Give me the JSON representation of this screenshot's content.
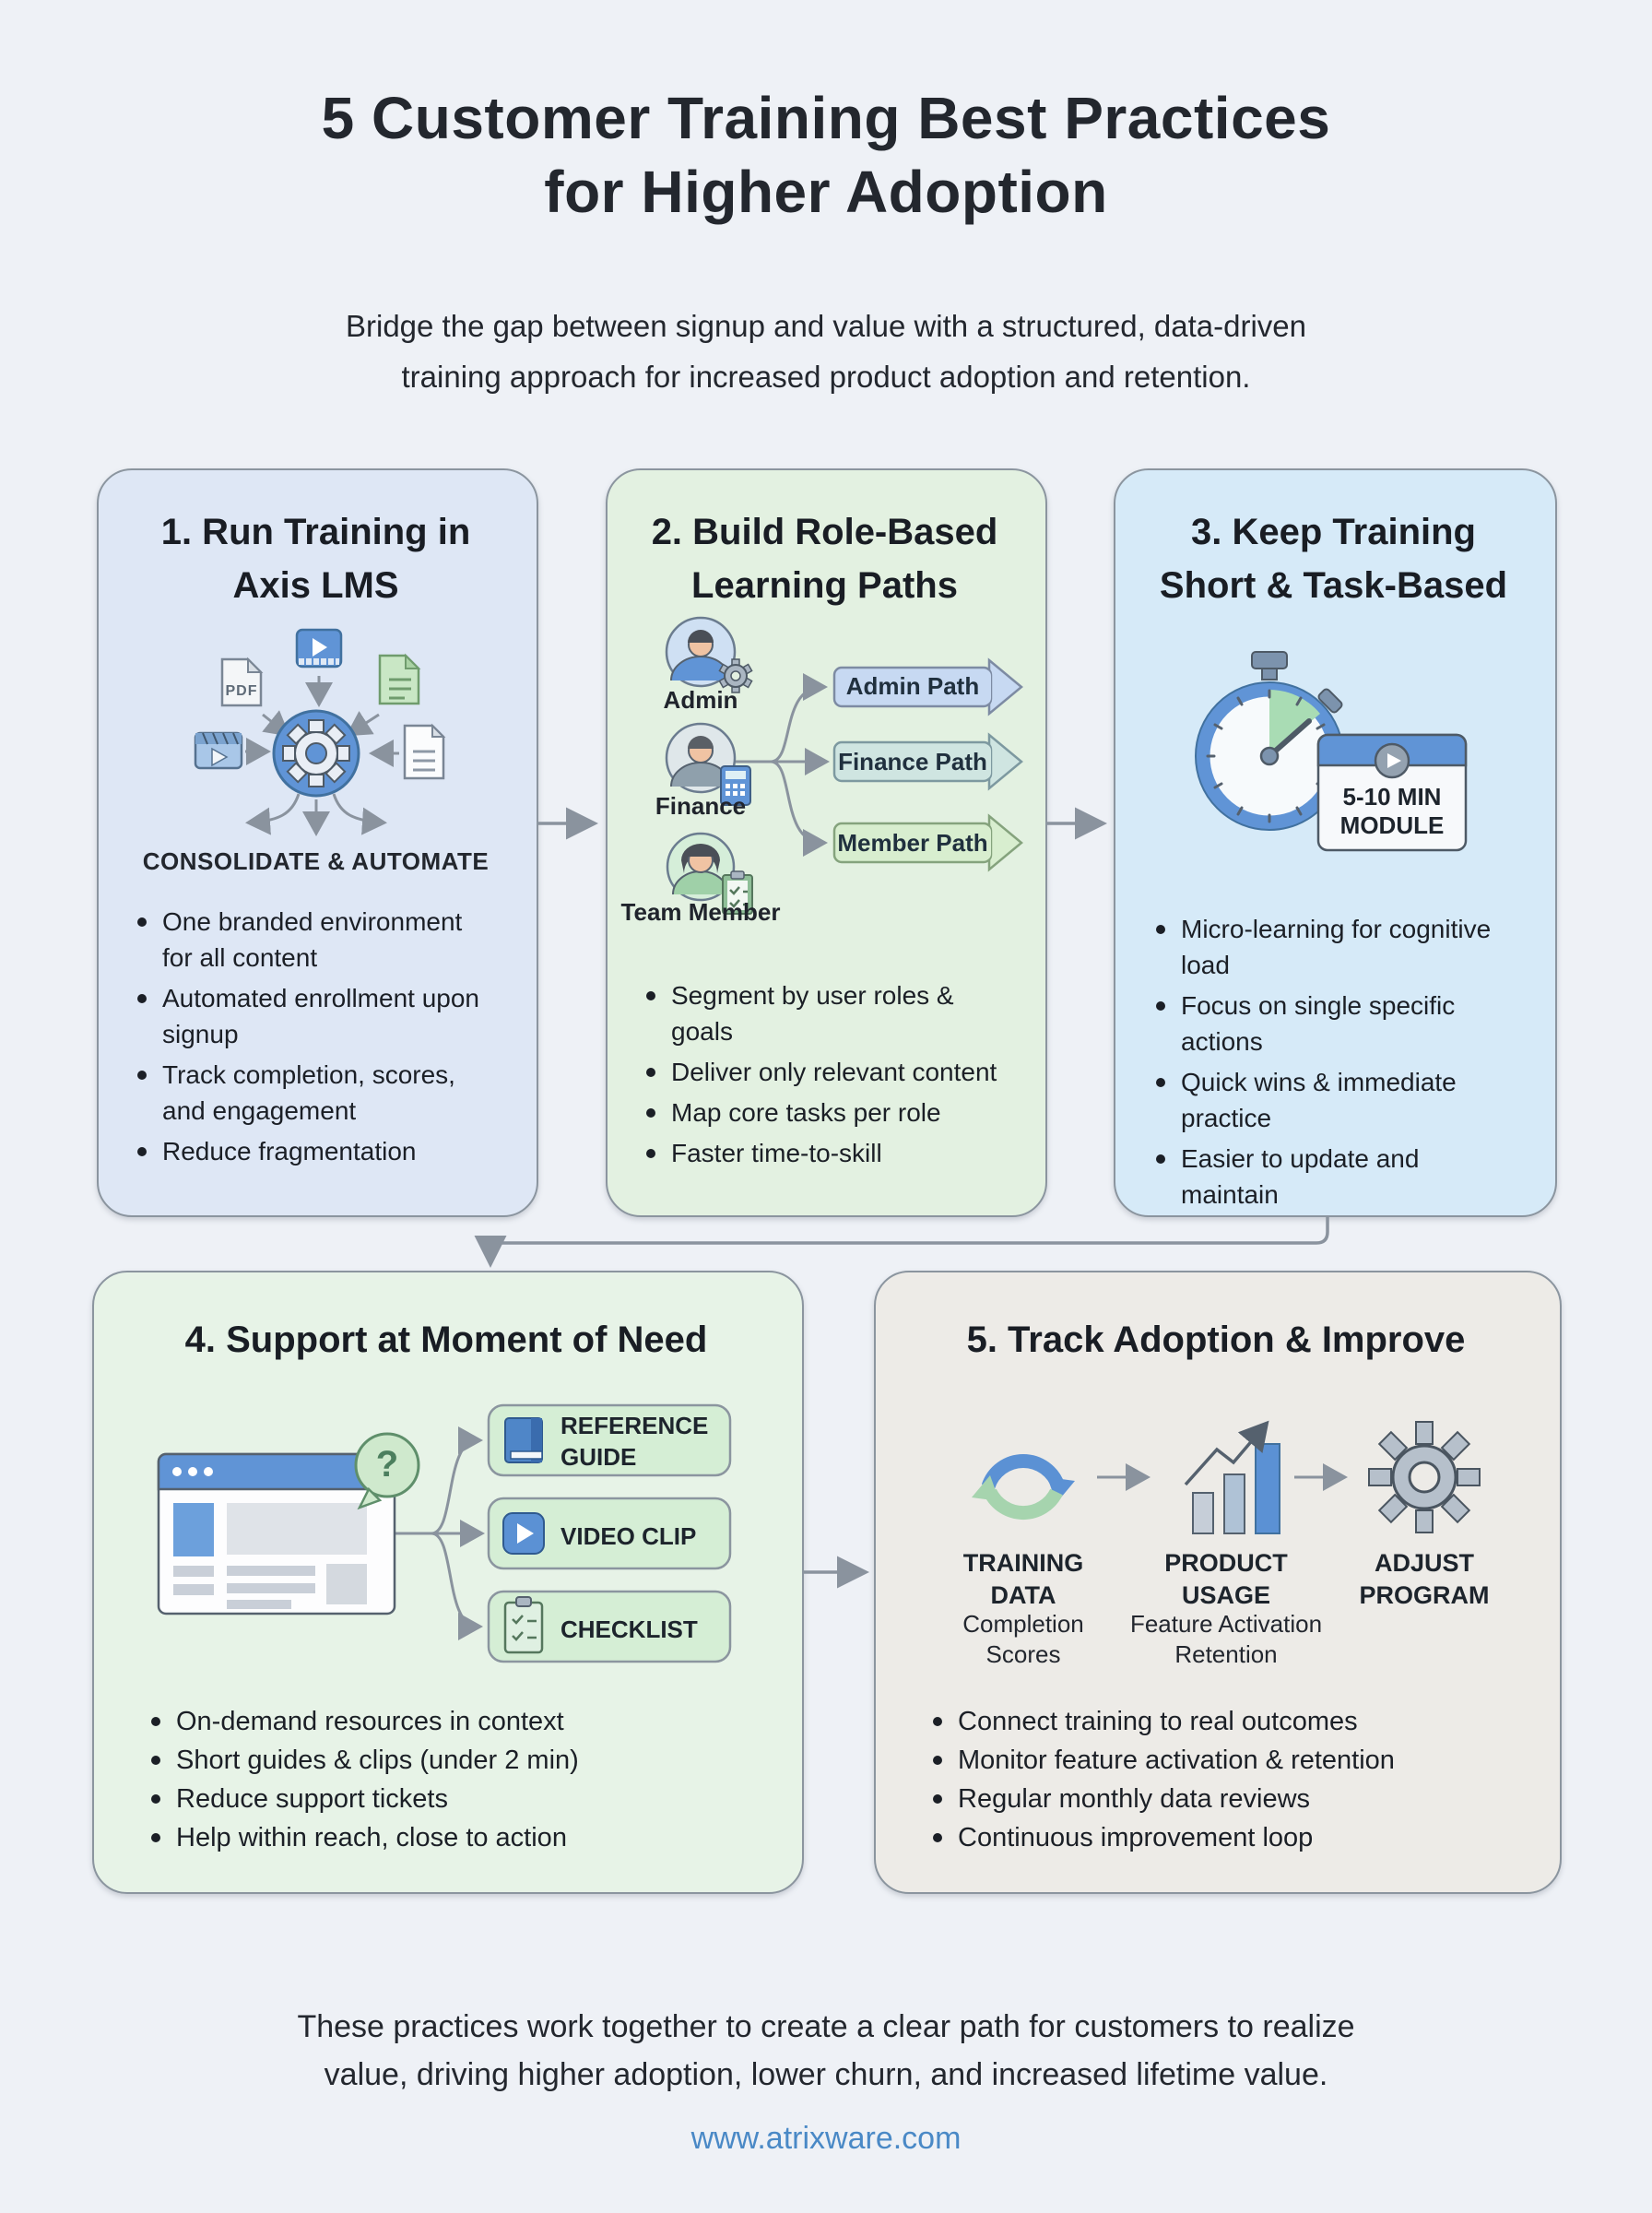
{
  "colors": {
    "page_bg": "#eef1f6",
    "card1_bg": "#dee7f5",
    "card2_bg": "#e3f1e1",
    "card3_bg": "#d6eaf8",
    "card4_bg": "#e7f3e7",
    "card5_bg": "#edebe7",
    "card_border": "#8b959f",
    "accent_blue": "#5b91d4",
    "accent_green": "#a6d4ae",
    "connector_gray": "#8a939e",
    "link_blue": "#4a89c6",
    "text_dark": "#23272e"
  },
  "header": {
    "title_line1": "5 Customer Training Best Practices",
    "title_line2": "for Higher Adoption",
    "subtitle_line1": "Bridge the gap between signup and value with a structured, data-driven",
    "subtitle_line2": "training approach for increased product adoption and retention."
  },
  "card1": {
    "title_line1": "1. Run Training in",
    "title_line2": "Axis LMS",
    "pdf_badge": "PDF",
    "caption": "CONSOLIDATE & AUTOMATE",
    "icons": [
      "pdf-file-icon",
      "video-player-icon",
      "green-document-icon",
      "film-clip-icon",
      "text-document-icon",
      "gear-hub-icon"
    ],
    "bullets": [
      "One branded environment for all content",
      "Automated enrollment upon signup",
      "Track completion, scores, and engagement",
      "Reduce fragmentation"
    ]
  },
  "card2": {
    "title_line1": "2. Build Role-Based",
    "title_line2": "Learning Paths",
    "personas": [
      {
        "label": "Admin",
        "icon": "admin-user-gear-icon"
      },
      {
        "label": "Finance",
        "icon": "finance-user-calculator-icon"
      },
      {
        "label": "Team Member",
        "icon": "member-user-clipboard-icon"
      }
    ],
    "paths": [
      {
        "label": "Admin Path",
        "color": "#c7d9f2"
      },
      {
        "label": "Finance Path",
        "color": "#cfe5e1"
      },
      {
        "label": "Member Path",
        "color": "#d8eecf"
      }
    ],
    "bullets": [
      "Segment by user roles & goals",
      "Deliver only relevant content",
      "Map core tasks per role",
      "Faster time-to-skill"
    ]
  },
  "card3": {
    "title_line1": "3. Keep Training",
    "title_line2": "Short & Task-Based",
    "module_line1": "5-10 MIN",
    "module_line2": "MODULE",
    "icons": [
      "stopwatch-icon",
      "video-module-card-icon"
    ],
    "bullets": [
      "Micro-learning for cognitive load",
      "Focus on single specific actions",
      "Quick wins & immediate practice",
      "Easier to update and maintain"
    ]
  },
  "card4": {
    "title": "4. Support at Moment of Need",
    "question_mark": "?",
    "resources": [
      {
        "label": "REFERENCE GUIDE",
        "icon": "book-icon"
      },
      {
        "label": "VIDEO CLIP",
        "icon": "play-button-icon"
      },
      {
        "label": "CHECKLIST",
        "icon": "clipboard-check-icon"
      }
    ],
    "bullets": [
      "On-demand resources in context",
      "Short guides & clips (under 2 min)",
      "Reduce support tickets",
      "Help within reach, close to action"
    ]
  },
  "card5": {
    "title": "5. Track Adoption & Improve",
    "steps": [
      {
        "label_line1": "TRAINING",
        "label_line2": "DATA",
        "sub_line1": "Completion",
        "sub_line2": "Scores",
        "icon": "sync-arrows-icon"
      },
      {
        "label_line1": "PRODUCT",
        "label_line2": "USAGE",
        "sub_line1": "Feature Activation",
        "sub_line2": "Retention",
        "icon": "bar-chart-growth-icon"
      },
      {
        "label_line1": "ADJUST",
        "label_line2": "PROGRAM",
        "sub_line1": "",
        "sub_line2": "",
        "icon": "gear-icon"
      }
    ],
    "bullets": [
      "Connect training to real outcomes",
      "Monitor feature activation & retention",
      "Regular monthly data reviews",
      "Continuous improvement loop"
    ]
  },
  "footer": {
    "line1": "These practices work together to create a clear path for customers to realize",
    "line2": "value, driving higher adoption, lower churn, and increased lifetime value.",
    "website": "www.atrixware.com"
  }
}
